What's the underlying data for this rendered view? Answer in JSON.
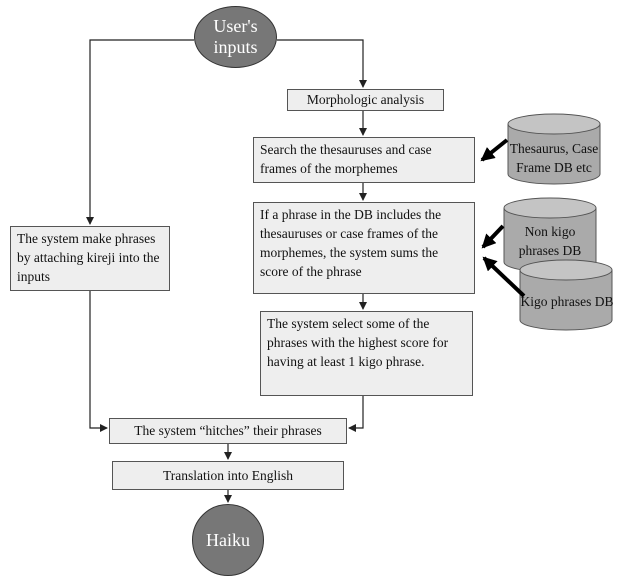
{
  "start_node": {
    "line1": "User's",
    "line2": "inputs"
  },
  "end_node": {
    "label": "Haiku"
  },
  "steps": {
    "morphologic": "Morphologic analysis",
    "search": "Search the thesauruses and case frames of the morphemes",
    "phrase_db": "If a phrase in the DB includes the thesauruses or case frames of the morphemes, the system sums the score of the phrase",
    "select": "The system select some of the phrases with the highest score for having at least 1 kigo phrase.",
    "kireji": "The system make phrases by attaching kireji into the inputs",
    "hitch": "The system “hitches” their phrases",
    "translate": "Translation into English"
  },
  "databases": {
    "thesaurus": {
      "line1": "Thesaurus, Case",
      "line2": "Frame DB etc"
    },
    "nonkigo": {
      "line1": "Non kigo",
      "line2": "phrases DB"
    },
    "kigo": {
      "label": "Kigo phrases DB"
    }
  },
  "colors": {
    "node_fill": "#777777",
    "box_fill": "#eeeeee",
    "db_fill": "#aaaaaa",
    "line": "#222222"
  }
}
